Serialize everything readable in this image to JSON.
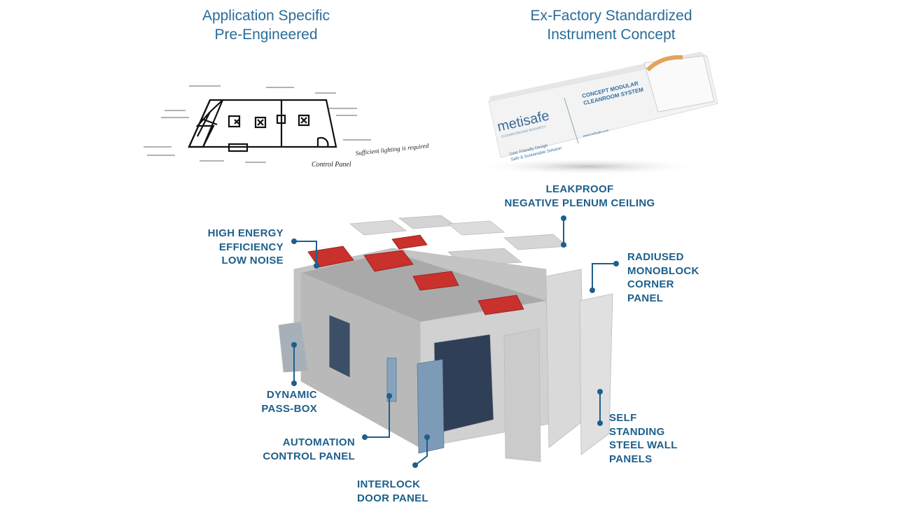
{
  "headings": {
    "left": {
      "line1": "Application Specific",
      "line2": "Pre-Engineered"
    },
    "right": {
      "line1": "Ex-Factory Standardized",
      "line2": "Instrument Concept"
    }
  },
  "sketch": {
    "notes": [
      "Control Panel",
      "Sufficient lighting is required"
    ]
  },
  "product_box": {
    "brand": "metisafe",
    "brand_sub": "CLEANROOM AND BIOSAFETY",
    "title1": "CONCEPT MODULAR",
    "title2": "CLEANROOM SYSTEM",
    "tagline1": "User Friendly Design",
    "tagline2": "Safe & Sustainable Solution",
    "web": "www.metisafe.com"
  },
  "callouts": {
    "ceiling": [
      "LEAKPROOF",
      "NEGATIVE PLENUM CEILING"
    ],
    "energy": [
      "HIGH ENERGY",
      "EFFICIENCY",
      "LOW NOISE"
    ],
    "corner": [
      "RADIUSED",
      "MONOBLOCK",
      "CORNER",
      "PANEL"
    ],
    "passbox": [
      "DYNAMIC",
      "PASS-BOX"
    ],
    "automation": [
      "AUTOMATION",
      "CONTROL PANEL"
    ],
    "interlock": [
      "INTERLOCK",
      "DOOR PANEL"
    ],
    "walls": [
      "SELF",
      "STANDING",
      "STEEL WALL",
      "PANELS"
    ]
  },
  "colors": {
    "label": "#1d5f8c",
    "heading": "#2a6b98",
    "accent": "#e2793a",
    "unit": "#c8312c"
  }
}
